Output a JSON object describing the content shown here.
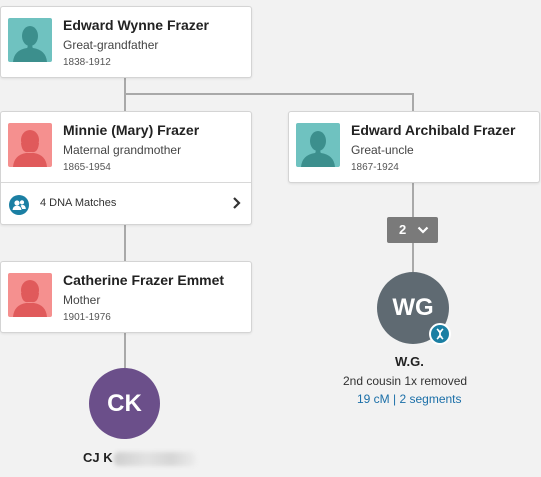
{
  "colors": {
    "male_avatar": "#6fc2c0",
    "female_avatar": "#f5908f",
    "connector": "#a9a9a9",
    "accent": "#1b7fa3",
    "match_wg": "#5f6a72",
    "match_ck": "#6b4f8a",
    "count_button": "#7a7a7a"
  },
  "icons": {
    "male": "male-silhouette-icon",
    "female": "female-silhouette-icon",
    "dna_matches": "people-icon",
    "chevron_right": "chevron-right-icon",
    "chevron_down": "chevron-down-icon",
    "dna_badge": "dna-icon"
  },
  "people": {
    "edward_wynne": {
      "name": "Edward Wynne Frazer",
      "relation": "Great-grandfather",
      "dates": "1838-1912"
    },
    "minnie": {
      "name": "Minnie (Mary) Frazer",
      "relation": "Maternal grandmother",
      "dates": "1865-1954"
    },
    "edward_archibald": {
      "name": "Edward Archibald Frazer",
      "relation": "Great-uncle",
      "dates": "1867-1924"
    },
    "catherine": {
      "name": "Catherine Frazer Emmet",
      "relation": "Mother",
      "dates": "1901-1976"
    }
  },
  "dna_matches_row": {
    "label": "4 DNA Matches"
  },
  "descendant_count": {
    "value": "2"
  },
  "matches": {
    "wg": {
      "initials": "WG",
      "name": "W.G.",
      "relationship": "2nd cousin 1x removed",
      "stats": "19 cM | 2 segments"
    },
    "ck": {
      "initials": "CK",
      "name": "CJ K"
    }
  }
}
